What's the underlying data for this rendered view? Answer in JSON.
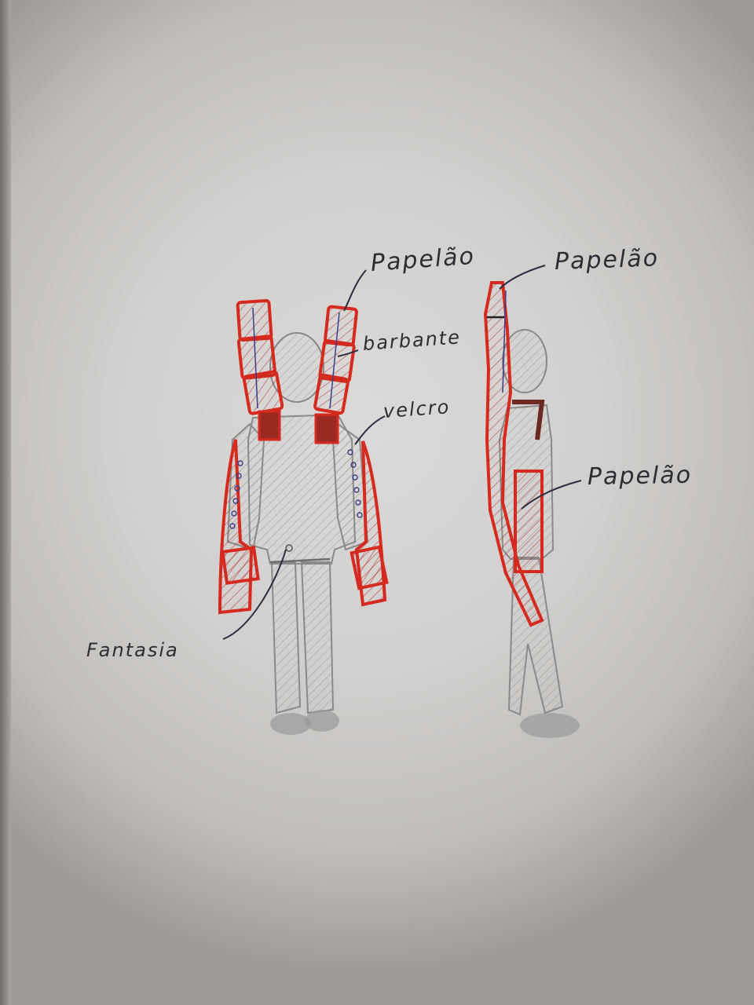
{
  "labels": {
    "papelao_front": "Papelão",
    "barbante": "barbante",
    "velcro": "velcro",
    "fantasia": "Fantasia",
    "papelao_side_top": "Papelão",
    "papelao_side_mid": "Papelão"
  },
  "colors": {
    "paper": "#d6d4d2",
    "pencil": "#8a8a8a",
    "red_marker": "#d42a1f",
    "blue_pen": "#3a3f8a",
    "ink": "#2c2c33"
  }
}
